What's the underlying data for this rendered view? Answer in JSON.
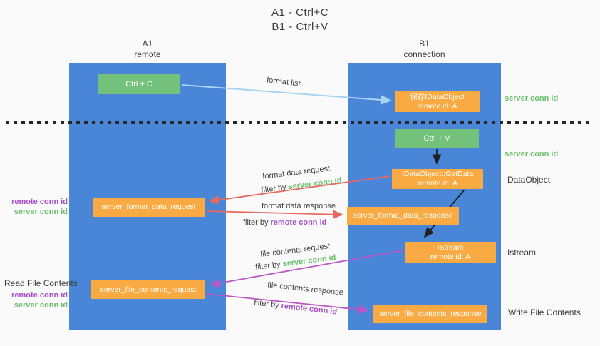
{
  "title": {
    "line1": "A1 - Ctrl+C",
    "line2": "B1 - Ctrl+V"
  },
  "lanes": {
    "a1": {
      "name": "A1",
      "role": "remote"
    },
    "b1": {
      "name": "B1",
      "role": "connection"
    }
  },
  "boxes": {
    "ctrl_c": {
      "label": "Ctrl + C"
    },
    "ctrl_v": {
      "label": "Ctrl + V"
    },
    "save_dataobject": {
      "line1": "保存IDataObject",
      "line2": "remote id: A"
    },
    "getdata": {
      "line1": "IDataObject::GetData",
      "line2": "remote id: A"
    },
    "format_request": {
      "label": "server_format_data_request"
    },
    "format_response": {
      "label": "server_format_data_response"
    },
    "istream": {
      "line1": "IStream",
      "line2": "remote id: A"
    },
    "file_request": {
      "label": "server_file_contents_request"
    },
    "file_response": {
      "label": "server_file_contents_response"
    }
  },
  "flow_labels": {
    "format_list": "format list",
    "format_data_request": "format data request",
    "format_data_response": "format data response",
    "file_contents_request": "file contents request",
    "file_contents_response": "file contents response",
    "filter_prefix": "filter by ",
    "server_conn_id": "server conn id",
    "remote_conn_id": "remote conn id"
  },
  "side_labels": {
    "right_server_conn_top": "server conn id",
    "right_server_conn_mid": "server conn id",
    "dataobject": "DataObject",
    "istream": "Istream",
    "write_file_contents": "Write File Contents",
    "left_remote_conn_top": "remote conn id",
    "left_server_conn_top": "server conn id",
    "read_file_contents": "Read File Contents",
    "left_remote_conn_bottom": "remote conn id",
    "left_server_conn_bottom": "server conn id"
  },
  "colors": {
    "lane_blue": "#4a86d8",
    "box_green": "#74c17c",
    "box_orange": "#f9aa42",
    "arrow_lightblue": "#a9d3f2",
    "arrow_red": "#e8695e",
    "arrow_purple": "#bc55c5",
    "arrow_black": "#1f1f1f",
    "label_green": "#6abf6b",
    "label_purple": "#a94ecb",
    "text_dark": "#3d3d3d",
    "background": "#fafafa"
  }
}
